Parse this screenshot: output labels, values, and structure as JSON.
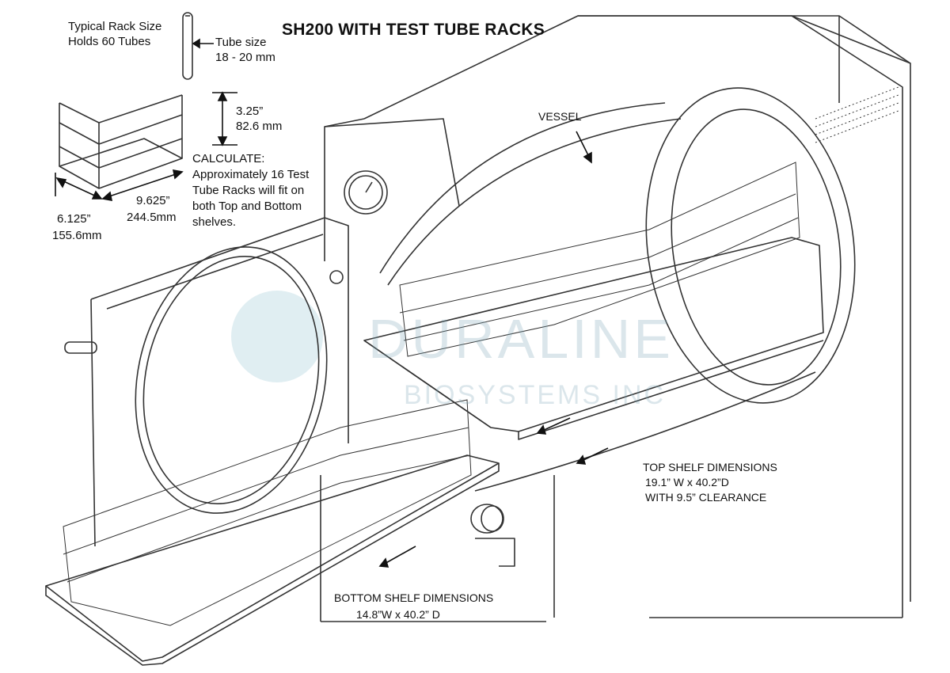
{
  "title": "SH200 WITH TEST TUBE RACKS",
  "rack_info": {
    "line1": "Typical Rack Size",
    "line2": "Holds 60 Tubes"
  },
  "tube_size": {
    "line1": "Tube size",
    "line2": "18 - 20 mm"
  },
  "rack_height": {
    "inches": "3.25”",
    "mm": "82.6 mm"
  },
  "rack_depth": {
    "inches": "6.125”",
    "mm": "155.6mm"
  },
  "rack_width": {
    "inches": "9.625”",
    "mm": "244.5mm"
  },
  "calculate": {
    "heading": "CALCULATE:",
    "lines": [
      "Approximately 16 Test",
      "Tube Racks will fit on",
      "both Top and Bottom",
      "shelves."
    ]
  },
  "vessel_label": "VESSEL",
  "top_shelf": {
    "heading": "TOP SHELF DIMENSIONS",
    "size": "19.1” W x 40.2”D",
    "clearance": "WITH 9.5” CLEARANCE"
  },
  "bottom_shelf": {
    "heading": "BOTTOM SHELF DIMENSIONS",
    "size": "14.8”W x 40.2” D"
  },
  "watermark": {
    "line1": "DURALINE",
    "line2": "BIOSYSTEMS INC"
  },
  "colors": {
    "line": "#333333",
    "text": "#111111",
    "watermark": "#7fa9b8"
  }
}
